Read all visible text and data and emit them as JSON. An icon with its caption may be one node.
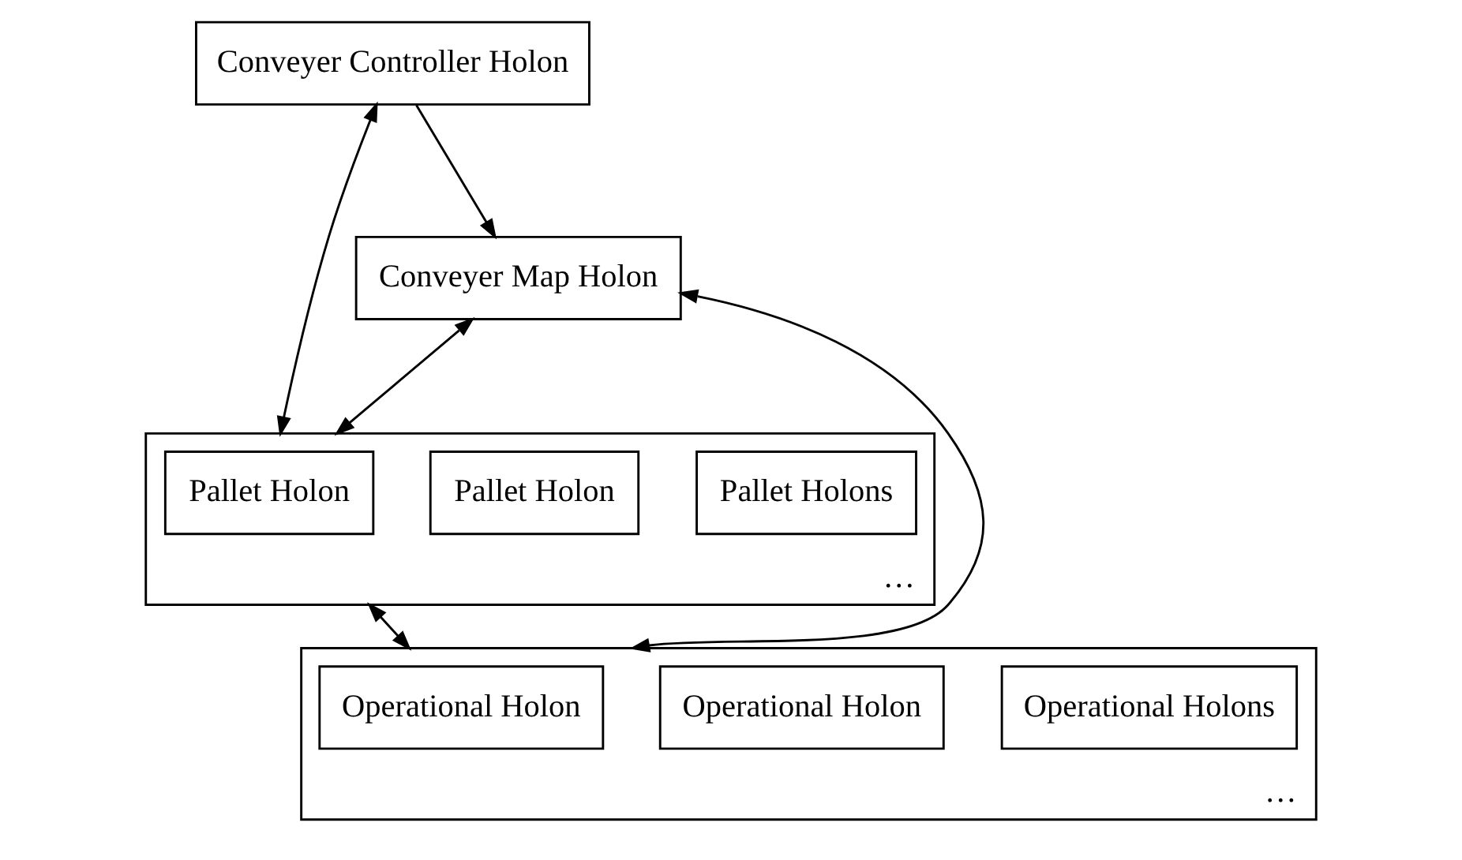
{
  "diagram": {
    "nodes": [
      {
        "text": [
          "Conveyer Controller Holon"
        ]
      },
      {
        "text": [
          "Conveyer Map Holon"
        ]
      },
      {
        "text": [
          "…"
        ]
      },
      {
        "text": [
          "Pallet Holon"
        ],
        "in": 2
      },
      {
        "text": [
          "Pallet Holon"
        ],
        "in": 2
      },
      {
        "text": [
          "Pallet Holons"
        ],
        "in": 2
      },
      {
        "text": [
          "…"
        ]
      },
      {
        "text": [
          "Operational Holon"
        ],
        "in": 6
      },
      {
        "text": [
          "Operational Holon"
        ],
        "in": 6
      },
      {
        "text": [
          "Operational Holons"
        ],
        "in": 6
      }
    ],
    "edges": [
      {
        "from": 0,
        "to": 1,
        "arrow": "to"
      },
      {
        "from": 0,
        "to": 2,
        "arrow": "both"
      },
      {
        "from": 1,
        "to": 2,
        "arrow": "both"
      },
      {
        "from": 2,
        "to": 6,
        "arrow": "both"
      },
      {
        "from": 1,
        "to": 6,
        "arrow": "both"
      }
    ]
  }
}
